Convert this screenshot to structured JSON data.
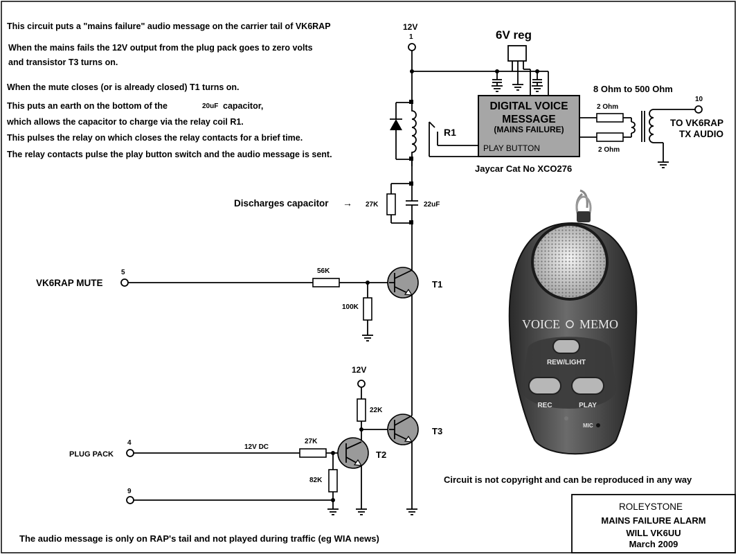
{
  "notes": [
    "This circuit puts a \"mains failure\" audio message on the carrier tail of VK6RAP",
    "When the mains fails the 12V output from the plug pack goes to zero volts",
    "and transistor T3 turns on.",
    "When the mute closes (or is already closed) T1 turns on.",
    "This puts an earth on the bottom of the",
    "20uF",
    "capacitor,",
    "which allows the capacitor to charge via the relay coil R1.",
    "This pulses the relay on which closes the relay contacts for a brief time.",
    "The relay contacts pulse the play button switch and the audio message is sent."
  ],
  "supply_top": {
    "label": "12V",
    "pin": "1"
  },
  "regulator": {
    "label": "6V reg"
  },
  "voice_module": {
    "line1": "DIGITAL VOICE",
    "line2": "MESSAGE",
    "line3": "(MAINS FAILURE)",
    "button": "PLAY BUTTON",
    "caption": "Jaycar Cat No XCO276"
  },
  "relay_label": "R1",
  "transformer": {
    "label": "8 Ohm to 500 Ohm",
    "r_top": "2 Ohm",
    "r_bottom": "2 Ohm",
    "pin": "10",
    "out1": "TO VK6RAP",
    "out2": "TX AUDIO"
  },
  "discharge": {
    "label": "Discharges capacitor",
    "arrow": "→",
    "resistor": "27K",
    "capacitor": "22uF"
  },
  "mute": {
    "pin": "5",
    "label": "VK6RAP MUTE",
    "r_series": "56K",
    "r_shunt": "100K",
    "transistor": "T1"
  },
  "stage3": {
    "supply": "12V",
    "r_pullup": "22K",
    "transistor": "T3"
  },
  "plugpack": {
    "pin": "4",
    "label": "PLUG PACK",
    "voltage": "12V DC",
    "r_series": "27K",
    "r_shunt": "82K",
    "transistor": "T2",
    "pin_ground": "9"
  },
  "photo": {
    "brand": "VOICE",
    "brand2": "MEMO",
    "btn_top": "REW/LIGHT",
    "btn_left": "REC",
    "btn_right": "PLAY",
    "mic": "MIC"
  },
  "copyright": "Circuit is not copyright and can be reproduced in any way",
  "footer_note": "The audio message is only on RAP's tail and not played during traffic (eg WIA news)",
  "title_block": [
    "ROLEYSTONE",
    "MAINS FAILURE ALARM",
    "WILL VK6UU",
    "March 2009"
  ]
}
